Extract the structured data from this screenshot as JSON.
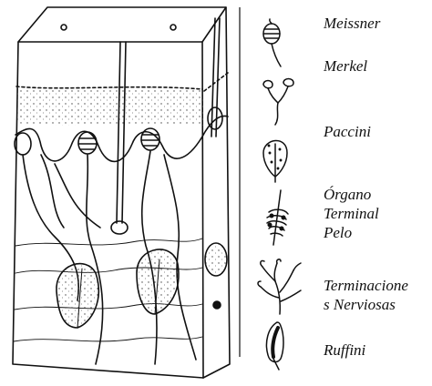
{
  "legend": {
    "items": [
      {
        "icon": "meissner-corpuscle-icon",
        "lines": [
          "Meissner"
        ]
      },
      {
        "icon": "merkel-disc-icon",
        "lines": [
          "Merkel"
        ]
      },
      {
        "icon": "paccini-corpuscle-icon",
        "lines": [
          "Paccini"
        ]
      },
      {
        "icon": "hair-end-organ-icon",
        "lines": [
          "Órgano",
          "Terminal",
          "Pelo"
        ]
      },
      {
        "icon": "free-nerve-endings-icon",
        "lines": [
          "Terminacione",
          "s Nerviosas"
        ]
      },
      {
        "icon": "ruffini-ending-icon",
        "lines": [
          "Ruffini"
        ]
      }
    ]
  },
  "colors": {
    "ink": "#111111",
    "background": "#ffffff"
  }
}
